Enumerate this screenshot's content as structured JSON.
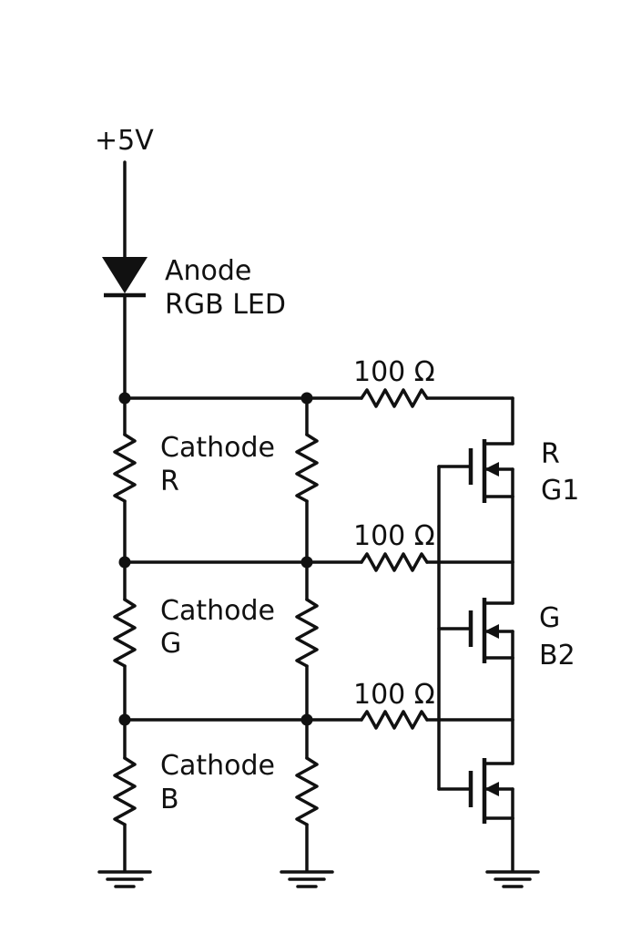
{
  "supply": {
    "label": "+5V"
  },
  "led": {
    "line1": "Anode",
    "line2": "RGB LED"
  },
  "cathodes": [
    {
      "line1": "Cathode",
      "line2": "R"
    },
    {
      "line1": "Cathode",
      "line2": "G"
    },
    {
      "line1": "Cathode",
      "line2": "B"
    }
  ],
  "resistors": [
    {
      "label": "100 Ω"
    },
    {
      "label": "100 Ω"
    },
    {
      "label": "100 Ω"
    }
  ],
  "mosfets": [
    {
      "line1": "R",
      "line2": "G1"
    },
    {
      "line1": "G",
      "line2": "B2"
    }
  ],
  "colors": {
    "ink": "#111111",
    "background": "#ffffff"
  }
}
